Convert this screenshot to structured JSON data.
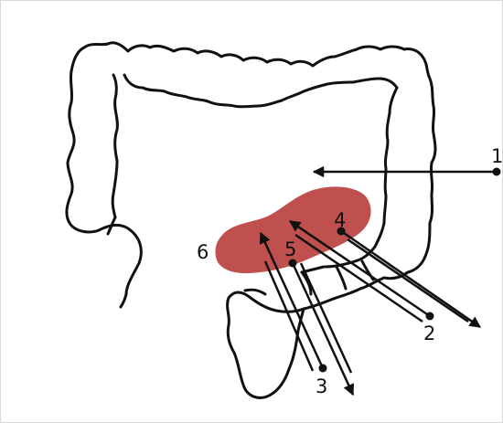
{
  "diagram": {
    "labels": {
      "l1": "1",
      "l2": "2",
      "l3": "3",
      "l4": "4",
      "l5": "5",
      "l6": "6"
    },
    "colors": {
      "outline": "#111111",
      "mass_fill": "#c0504d",
      "background": "#ffffff"
    }
  }
}
